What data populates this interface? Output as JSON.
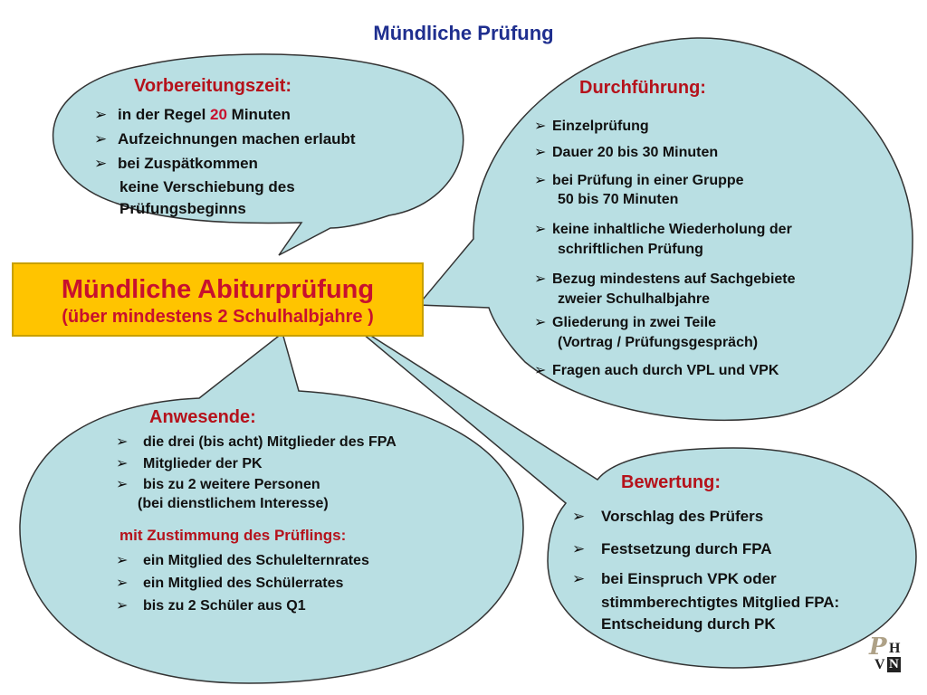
{
  "page_title": "Mündliche Prüfung",
  "colors": {
    "bubble_fill": "#b9dfe3",
    "box_fill": "#ffc400",
    "heading": "#b5121b",
    "title": "#1f2f8f"
  },
  "center": {
    "title": "Mündliche Abiturprüfung",
    "subtitle": "(über mindestens 2 Schulhalbjahre )"
  },
  "vorbereitung": {
    "heading": "Vorbereitungszeit:",
    "item1_pre": "in der Regel ",
    "item1_num": "20",
    "item1_post": " Minuten",
    "item2": "Aufzeichnungen machen erlaubt",
    "item3": "bei Zuspätkommen",
    "item3_cont1": "keine Verschiebung des",
    "item3_cont2": "Prüfungsbeginns"
  },
  "durchfuehrung": {
    "heading": "Durchführung:",
    "items": [
      "Einzelprüfung",
      "Dauer 20 bis 30 Minuten",
      "bei Prüfung in einer Gruppe",
      "keine inhaltliche Wiederholung der",
      "Bezug mindestens auf Sachgebiete",
      "Gliederung in zwei Teile",
      "Fragen auch durch VPL und VPK"
    ],
    "cont": [
      "50 bis 70 Minuten",
      "schriftlichen Prüfung",
      "zweier Schulhalbjahre",
      "(Vortrag / Prüfungsgespräch)"
    ]
  },
  "anwesende": {
    "heading": "Anwesende:",
    "items": [
      "die drei (bis acht) Mitglieder des FPA",
      "Mitglieder der PK",
      "bis zu 2 weitere Personen"
    ],
    "cont": "(bei dienstlichem Interesse)",
    "subheading": "mit Zustimmung des Prüflings:",
    "sub_items": [
      "ein Mitglied des Schulelternrates",
      "ein Mitglied des Schülerrates",
      "bis zu 2 Schüler aus Q1"
    ]
  },
  "bewertung": {
    "heading": "Bewertung:",
    "items": [
      "Vorschlag des Prüfers",
      "Festsetzung durch FPA",
      "bei Einspruch VPK oder"
    ],
    "cont": [
      "stimmberechtigtes Mitglied FPA:",
      "Entscheidung durch PK"
    ]
  },
  "logo": {
    "script": "P",
    "h": "H",
    "v": "V",
    "n": "N"
  }
}
